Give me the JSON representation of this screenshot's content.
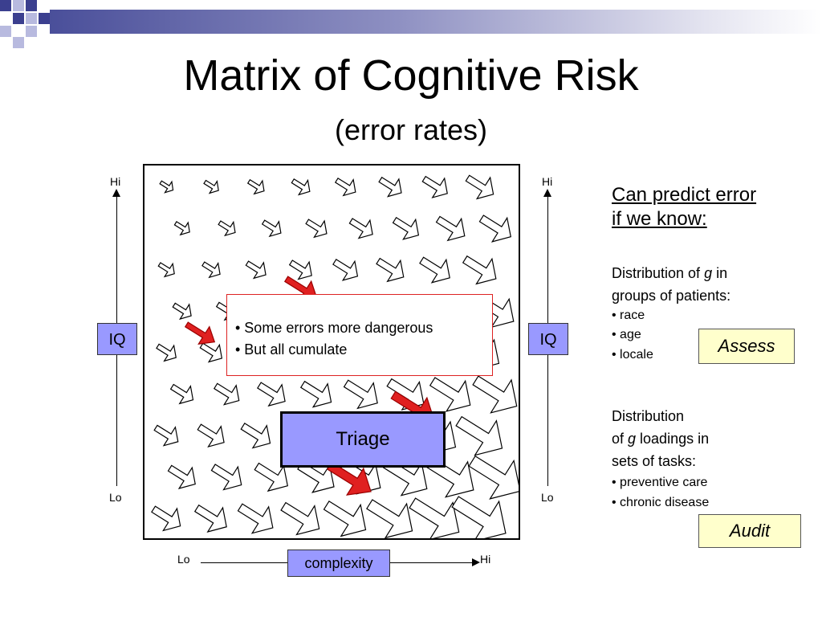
{
  "slide": {
    "title": "Matrix of Cognitive Risk",
    "subtitle": "(error rates)"
  },
  "axes": {
    "left": {
      "hi": "Hi",
      "lo": "Lo",
      "label": "IQ"
    },
    "right": {
      "hi": "Hi",
      "lo": "Lo",
      "label": "IQ"
    },
    "bottom": {
      "lo": "Lo",
      "hi": "Hi",
      "label": "complexity"
    }
  },
  "callout": {
    "lines": [
      "• Some errors more dangerous",
      "• But all cumulate"
    ]
  },
  "triage_label": "Triage",
  "right_panel": {
    "heading_line1": "Can predict error",
    "heading_line2": "if we know:",
    "group1": {
      "line1_pre": "Distribution of ",
      "line1_var": "g",
      "line1_post": " in",
      "line2": "groups of patients:",
      "bullets": [
        "• race",
        "• age",
        "• locale"
      ]
    },
    "assess_label": "Assess",
    "group2": {
      "line1": "Distribution",
      "line2_pre": "of ",
      "line2_var": "g",
      "line2_post": " loadings in",
      "line3": "sets of tasks:",
      "bullets": [
        "• preventive care",
        "• chronic disease"
      ]
    },
    "audit_label": "Audit"
  },
  "colors": {
    "accent_box": "#9999ff",
    "tag_fill": "#ffffcc",
    "danger_arrow": "#e02020",
    "callout_border": "#dd2222"
  }
}
